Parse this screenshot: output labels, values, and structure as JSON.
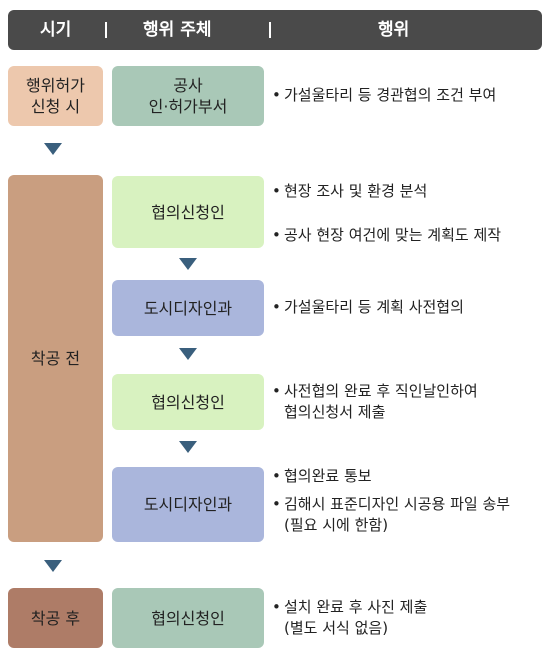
{
  "header": {
    "col1": "시기",
    "col2": "행위 주체",
    "col3": "행위",
    "separator": "|"
  },
  "colors": {
    "header": "#4a4a4a",
    "pale_brown": "#edc8ad",
    "mid_brown": "#c99e80",
    "dark_brown": "#ae7c67",
    "gray_green": "#a9c8b7",
    "light_green": "#d8f2c0",
    "blue": "#aab6dc",
    "arrow": "#3a5f7d"
  },
  "bullet": "•",
  "periods": {
    "p1": [
      "행위허가",
      "신청 시"
    ],
    "p2": "착공 전",
    "p3": "착공 후"
  },
  "actors": {
    "a1": [
      "공사",
      "인·허가부서"
    ],
    "a2": "협의신청인",
    "a3": "도시디자인과",
    "a4": "협의신청인",
    "a5": "도시디자인과",
    "a6": "협의신청인"
  },
  "actions": {
    "r1": [
      "가설울타리 등 경관협의 조건 부여"
    ],
    "r2": [
      "현장 조사 및 환경 분석",
      "공사 현장 여건에 맞는 계획도 제작"
    ],
    "r3": [
      "가설울타리 등 계획 사전협의"
    ],
    "r4": [
      "사전협의 완료 후 직인날인하여",
      "협의신청서 제출"
    ],
    "r5": [
      "협의완료 통보",
      "김해시 표준디자인 시공용 파일 송부",
      "(필요 시에 한함)"
    ],
    "r6": [
      "설치 완료 후 사진 제출",
      "(별도 서식 없음)"
    ]
  }
}
